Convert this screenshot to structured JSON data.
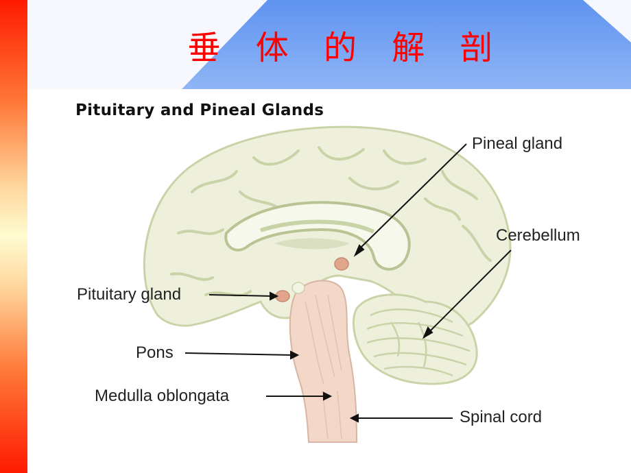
{
  "slide": {
    "title": "垂 体 的 解 剖"
  },
  "figure": {
    "title": "Pituitary and Pineal Glands",
    "labels": {
      "pineal": "Pineal gland",
      "cerebellum": "Cerebellum",
      "pituitary": "Pituitary gland",
      "pons": "Pons",
      "medulla": "Medulla oblongata",
      "spinal": "Spinal cord"
    }
  },
  "colors": {
    "title_red": "#ff0000",
    "header_blue": "#6f9ef2",
    "brain_fill": "#eef0dc",
    "brain_fold": "#c9d3a8",
    "brainstem": "#f3d7c8",
    "gland": "#e0a58a"
  }
}
